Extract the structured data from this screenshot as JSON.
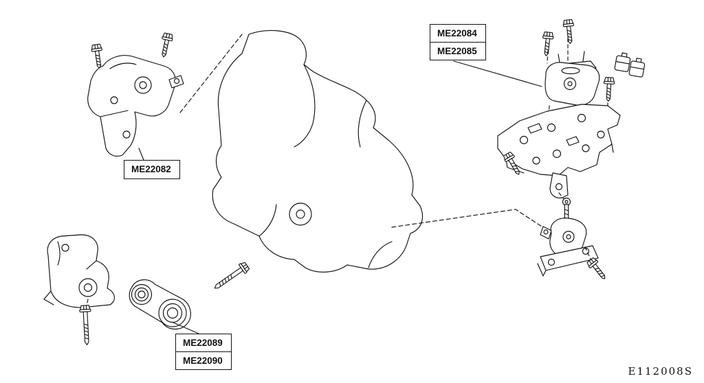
{
  "page": {
    "background": "#ffffff",
    "line_color": "#111111"
  },
  "callouts": {
    "right_mount": {
      "labels": [
        "ME22084",
        "ME22085"
      ]
    },
    "left_mount": {
      "labels": [
        "ME22082"
      ]
    },
    "torque_rod": {
      "labels": [
        "ME22089",
        "ME22090"
      ]
    }
  },
  "figure_code": "E112008S"
}
